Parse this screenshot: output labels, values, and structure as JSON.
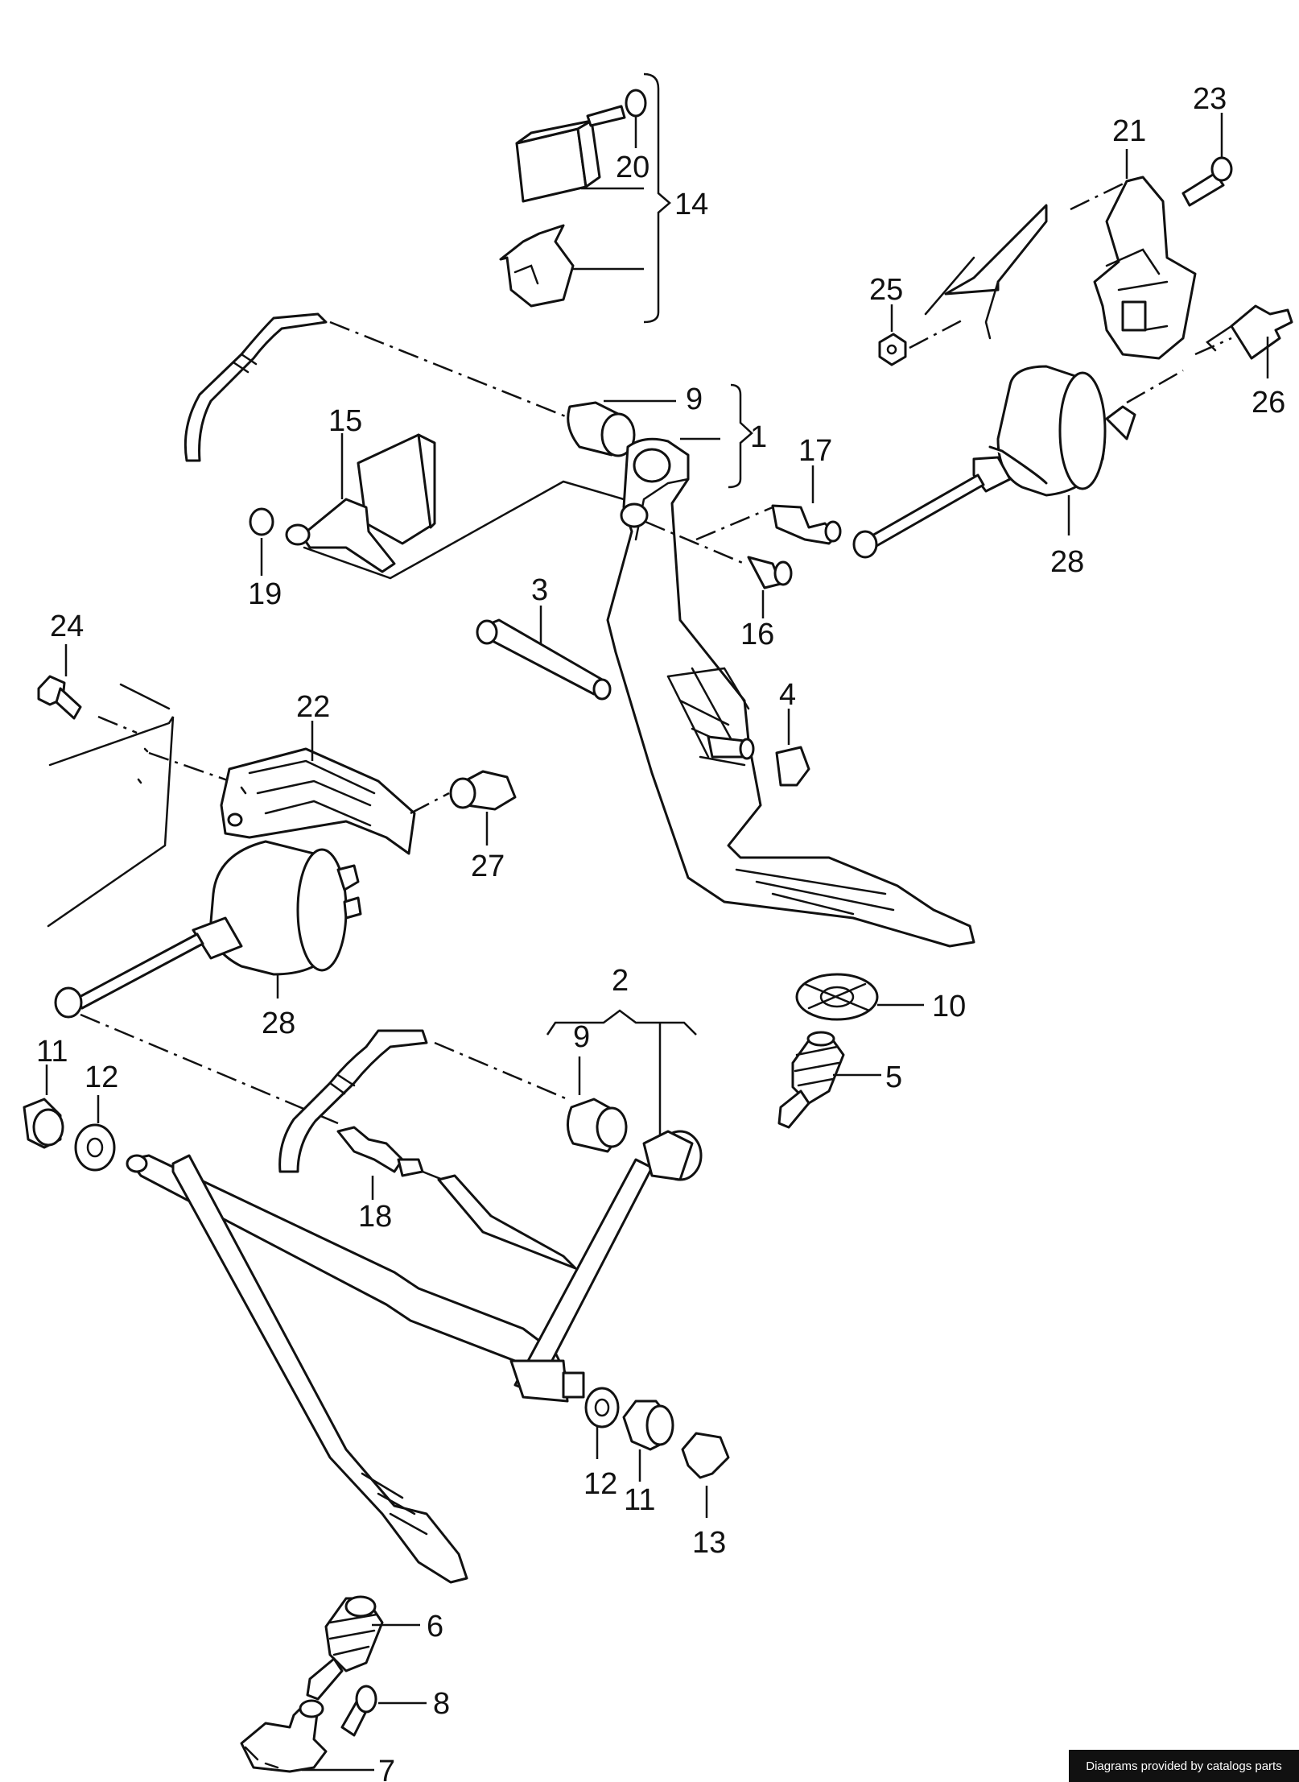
{
  "diagram": {
    "callouts": {
      "c1": "1",
      "c2": "2",
      "c3": "3",
      "c4": "4",
      "c5": "5",
      "c6": "6",
      "c7": "7",
      "c8": "8",
      "c9a": "9",
      "c9b": "9",
      "c10": "10",
      "c11a": "11",
      "c11b": "11",
      "c12a": "12",
      "c12b": "12",
      "c13": "13",
      "c14": "14",
      "c15": "15",
      "c16": "16",
      "c17": "17",
      "c18": "18",
      "c19": "19",
      "c20": "20",
      "c21": "21",
      "c22": "22",
      "c23": "23",
      "c24": "24",
      "c25": "25",
      "c26": "26",
      "c27": "27",
      "c28a": "28",
      "c28b": "28"
    }
  },
  "footer": {
    "credit": "Diagrams provided by catalogs parts"
  },
  "colors": {
    "ink": "#111111",
    "paper": "#ffffff",
    "credit_bg": "#111111",
    "credit_text": "#ffffff"
  }
}
